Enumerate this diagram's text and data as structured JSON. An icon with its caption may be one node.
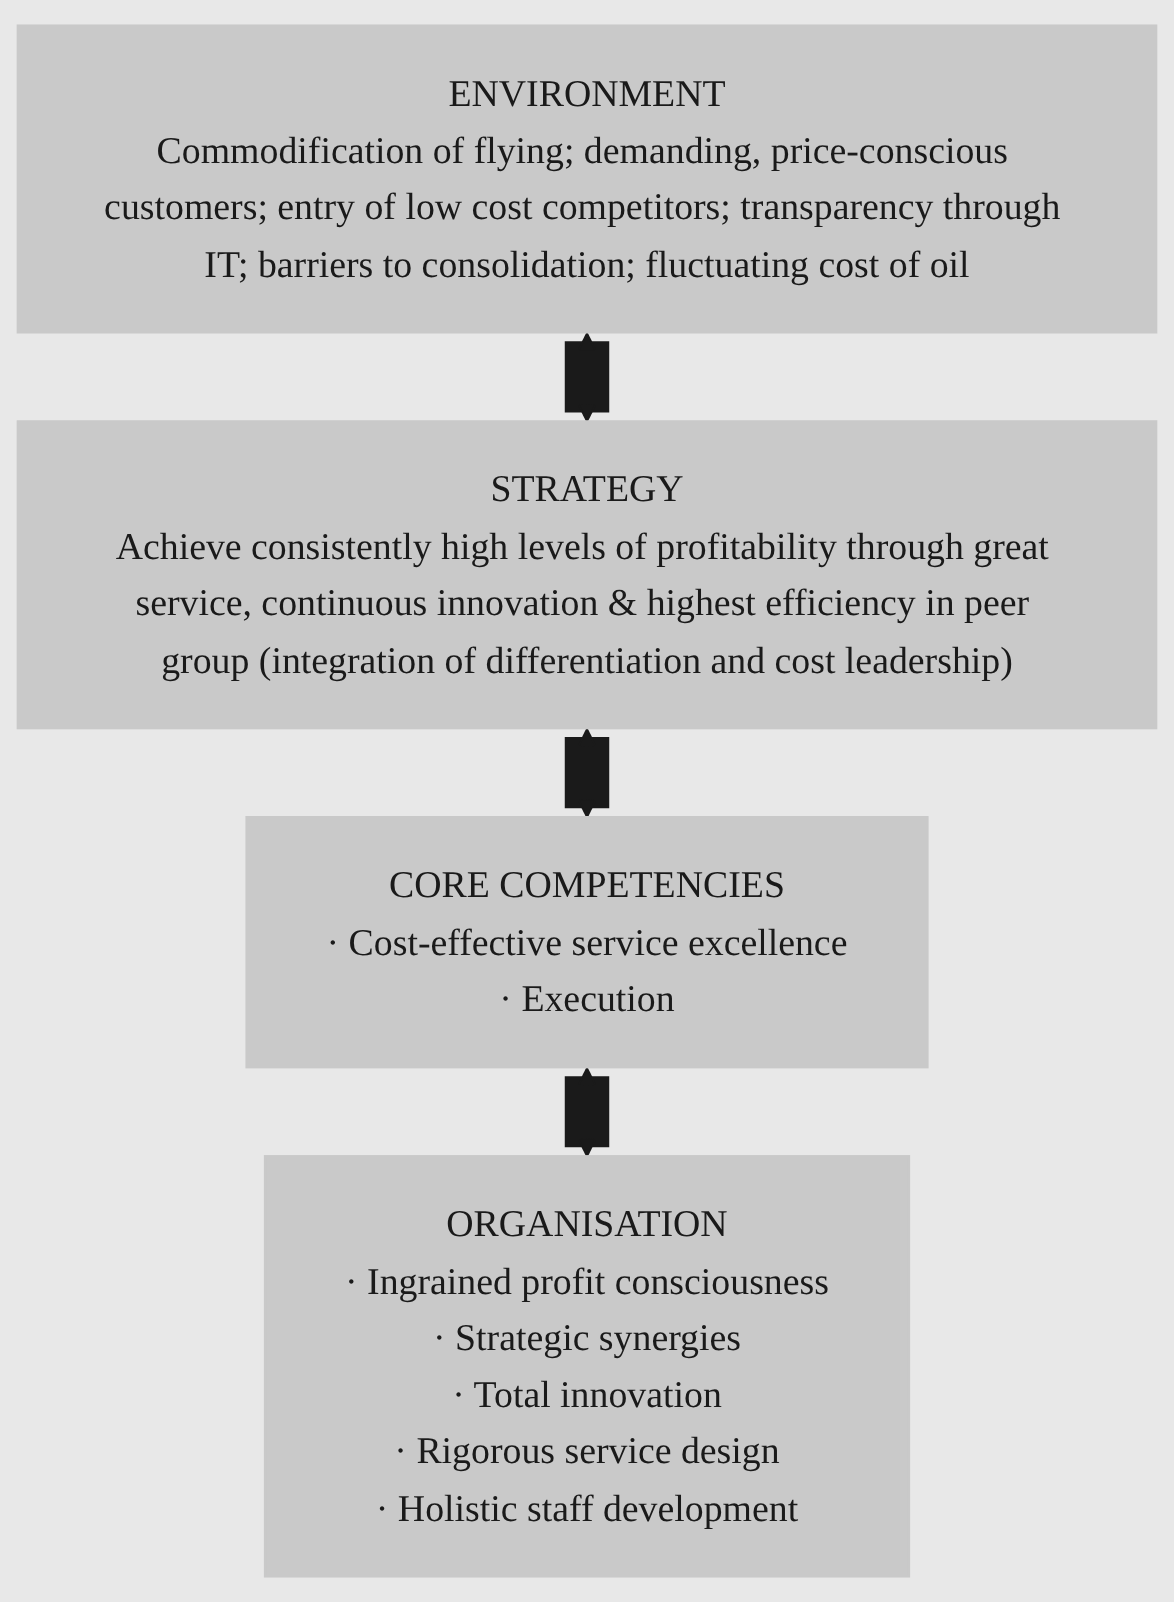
{
  "diagram": {
    "nodes": [
      {
        "text": [
          "ENVIRONMENT",
          "Commodification of flying; demanding, price-conscious customers; entry of low cost competitors; transparency through IT; barriers to consolidation; fluctuating cost of oil"
        ]
      },
      {
        "text": [
          "STRATEGY",
          "Achieve consistently high levels of profitability through great service, continuous innovation & highest efficiency in peer group (integration of differentiation and cost leadership)"
        ]
      },
      {
        "text": [
          "CORE COMPETENCIES",
          "· Cost-effective service excellence",
          "· Execution"
        ]
      },
      {
        "text": [
          "ORGANISATION",
          "· Ingrained profit consciousness",
          "· Strategic synergies",
          "· Total innovation",
          "· Rigorous service design",
          "· Holistic staff development"
        ]
      }
    ],
    "edges": [
      {
        "from": 0,
        "to": 1,
        "arrow": "both"
      },
      {
        "from": 1,
        "to": 2,
        "arrow": "both"
      },
      {
        "from": 2,
        "to": 3,
        "arrow": "both"
      }
    ]
  }
}
